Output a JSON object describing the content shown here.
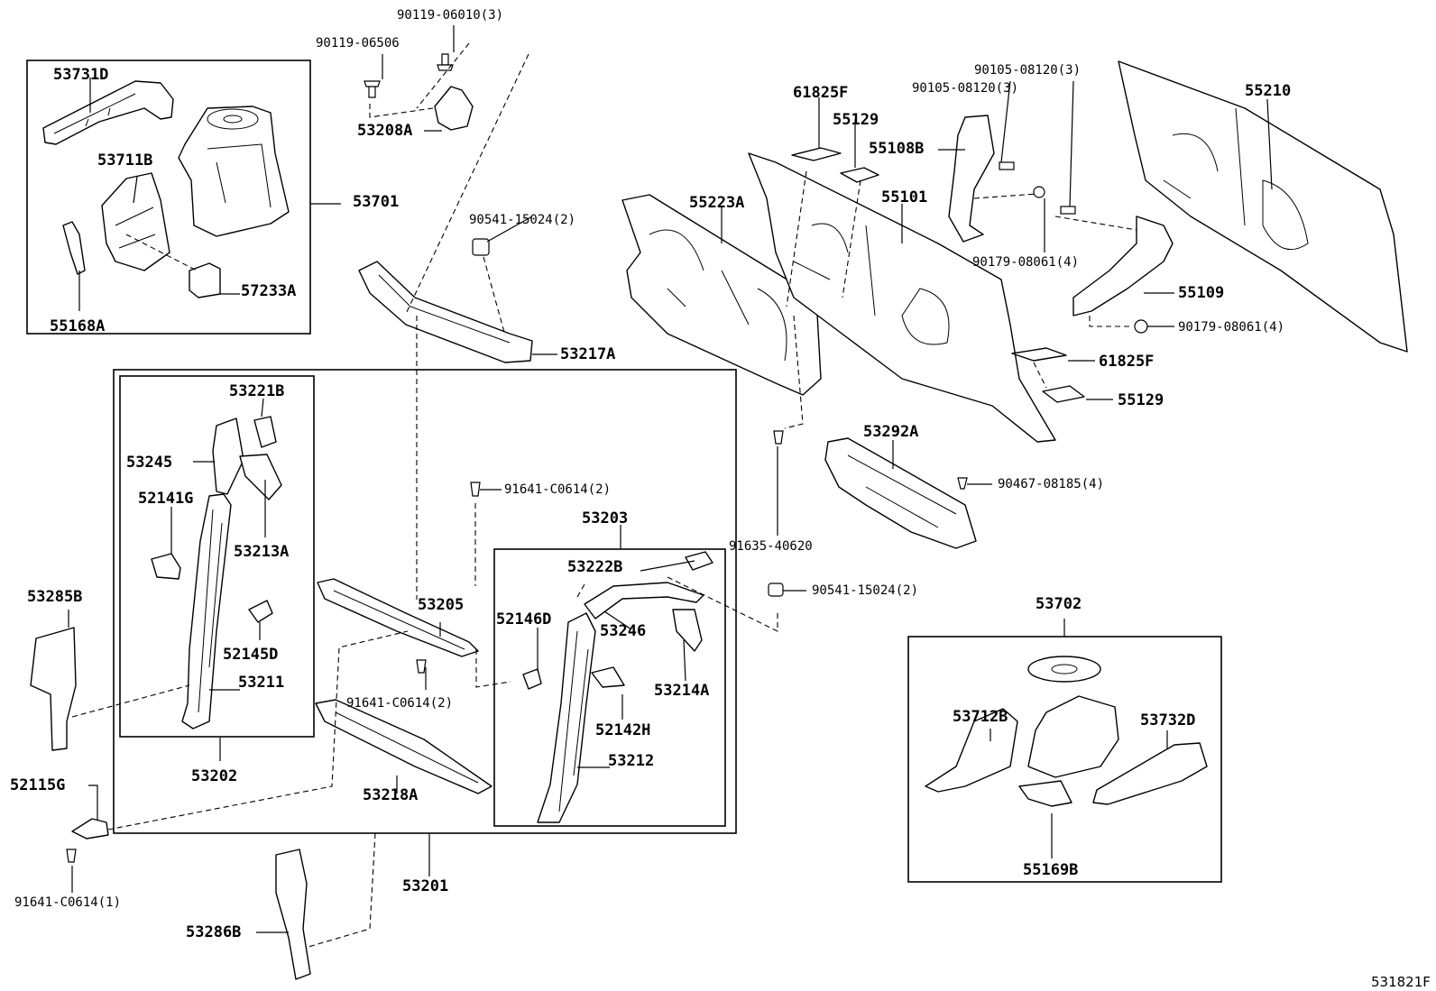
{
  "parts": {
    "p53731D": "53731D",
    "p53711B": "53711B",
    "p53701": "53701",
    "p57233A": "57233A",
    "p55168A": "55168A",
    "p90119_06010": "90119-06010(3)",
    "p90119_06506": "90119-06506",
    "p53208A": "53208A",
    "p90541_15024_a": "90541-15024(2)",
    "p53217A": "53217A",
    "p61825F_a": "61825F",
    "p55129_a": "55129",
    "p55108B": "55108B",
    "p55101": "55101",
    "p55223A": "55223A",
    "p90105_08120_a": "90105-08120(3)",
    "p90105_08120_b": "90105-08120(3)",
    "p55210": "55210",
    "p90179_08061_a": "90179-08061(4)",
    "p55109": "55109",
    "p90179_08061_b": "90179-08061(4)",
    "p61825F_b": "61825F",
    "p55129_b": "55129",
    "p53292A": "53292A",
    "p90467_08185": "90467-08185(4)",
    "p91635_40620": "91635-40620",
    "p90541_15024_b": "90541-15024(2)",
    "p53221B": "53221B",
    "p53245": "53245",
    "p52141G": "52141G",
    "p53213A": "53213A",
    "p52145D": "52145D",
    "p53211": "53211",
    "p53202": "53202",
    "p91641_C0614_a": "91641-C0614(2)",
    "p53203": "53203",
    "p53222B": "53222B",
    "p53205": "53205",
    "p52146D": "52146D",
    "p53246": "53246",
    "p53214A": "53214A",
    "p91641_C0614_b": "91641-C0614(2)",
    "p52142H": "52142H",
    "p53212": "53212",
    "p53218A": "53218A",
    "p53201": "53201",
    "p53285B": "53285B",
    "p52115G": "52115G",
    "p91641_C0614_c": "91641-C0614(1)",
    "p53286B": "53286B",
    "p53702": "53702",
    "p53712B": "53712B",
    "p53732D": "53732D",
    "p55169B": "55169B"
  },
  "diagram_code": "531821F"
}
